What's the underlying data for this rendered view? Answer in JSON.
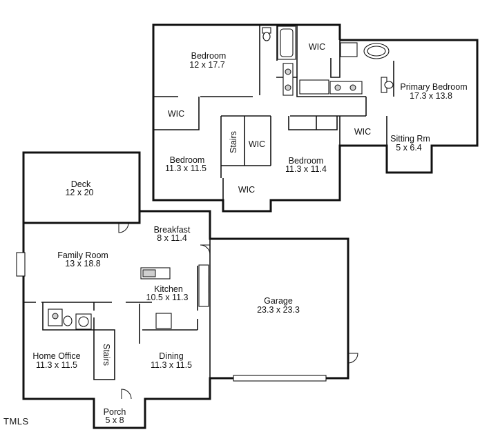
{
  "floorplan": {
    "upper": {
      "bedroom_nw": {
        "name": "Bedroom",
        "size": "12 x 17.7"
      },
      "wic_bath": {
        "name": "WIC"
      },
      "primary": {
        "name": "Primary Bedroom",
        "size": "17.3 x 13.8"
      },
      "wic_w": {
        "name": "WIC"
      },
      "stairs": {
        "name": "Stairs"
      },
      "wic_stairs": {
        "name": "WIC"
      },
      "bedroom_sw": {
        "name": "Bedroom",
        "size": "11.3 x 11.5"
      },
      "bedroom_s": {
        "name": "Bedroom",
        "size": "11.3 x 11.4"
      },
      "wic_e": {
        "name": "WIC"
      },
      "sitting": {
        "name": "Sitting Rm",
        "size": "5 x 6.4"
      },
      "wic_bottom": {
        "name": "WIC"
      }
    },
    "main": {
      "deck": {
        "name": "Deck",
        "size": "12 x 20"
      },
      "breakfast": {
        "name": "Breakfast",
        "size": "8 x 11.4"
      },
      "family": {
        "name": "Family Room",
        "size": "13 x 18.8"
      },
      "kitchen": {
        "name": "Kitchen",
        "size": "10.5 x 11.3"
      },
      "garage": {
        "name": "Garage",
        "size": "23.3 x 23.3"
      },
      "office": {
        "name": "Home Office",
        "size": "11.3 x 11.5"
      },
      "stairs": {
        "name": "Stairs"
      },
      "dining": {
        "name": "Dining",
        "size": "11.3 x 11.5"
      },
      "porch": {
        "name": "Porch",
        "size": "5 x 8"
      }
    }
  },
  "watermark": "TMLS"
}
